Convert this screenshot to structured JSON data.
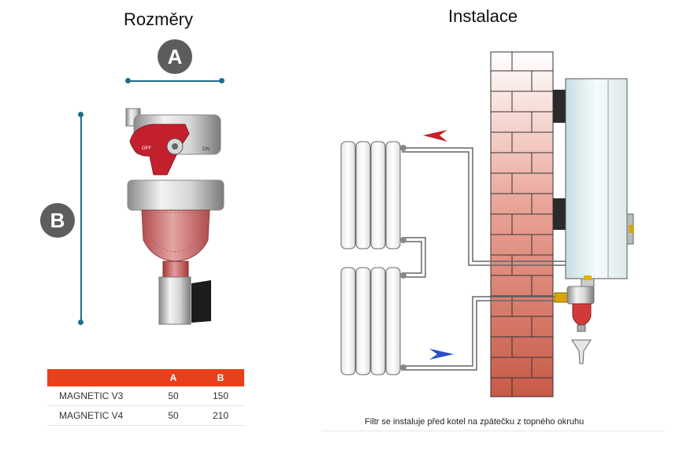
{
  "dimensions": {
    "title": "Rozměry",
    "badge_a": "A",
    "badge_b": "B",
    "valve_off": "OFF",
    "valve_on": "ON"
  },
  "installation": {
    "title": "Instalace",
    "caption": "Filtr se instaluje před kotel na zpátečku z topného okruhu"
  },
  "table": {
    "headers": [
      "",
      "A",
      "B"
    ],
    "rows": [
      {
        "model": "MAGNETIC V3",
        "a": "50",
        "b": "150"
      },
      {
        "model": "MAGNETIC V4",
        "a": "50",
        "b": "210"
      }
    ]
  },
  "colors": {
    "accent": "#e8401c",
    "dimension_line": "#1f6f88",
    "badge": "#5d5d5d",
    "supply_arrow": "#c8202a",
    "return_arrow": "#2a4ec8"
  }
}
